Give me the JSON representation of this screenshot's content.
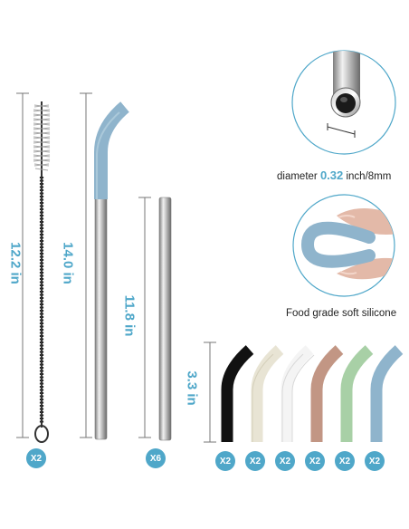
{
  "dimensions": {
    "brush_length": "12.2 in",
    "bent_straw_length": "14.0 in",
    "straight_straw_length": "11.8 in",
    "tip_length": "3.3 in"
  },
  "quantities": {
    "brush": "X2",
    "straight_straws": "X6",
    "tips": [
      "X2",
      "X2",
      "X2",
      "X2",
      "X2",
      "X2"
    ]
  },
  "captions": {
    "diameter_prefix": "diameter",
    "diameter_value": "0.32",
    "diameter_suffix": "inch/8mm",
    "silicone": "Food grade soft silicone"
  },
  "colors": {
    "accent": "#4fa7c9",
    "silicone_blue": "#8fb4cc",
    "tip_colors": [
      "#111111",
      "#e8e4d4",
      "#f4f4f4",
      "#c29684",
      "#a8d0a6",
      "#8fb4cc"
    ]
  }
}
